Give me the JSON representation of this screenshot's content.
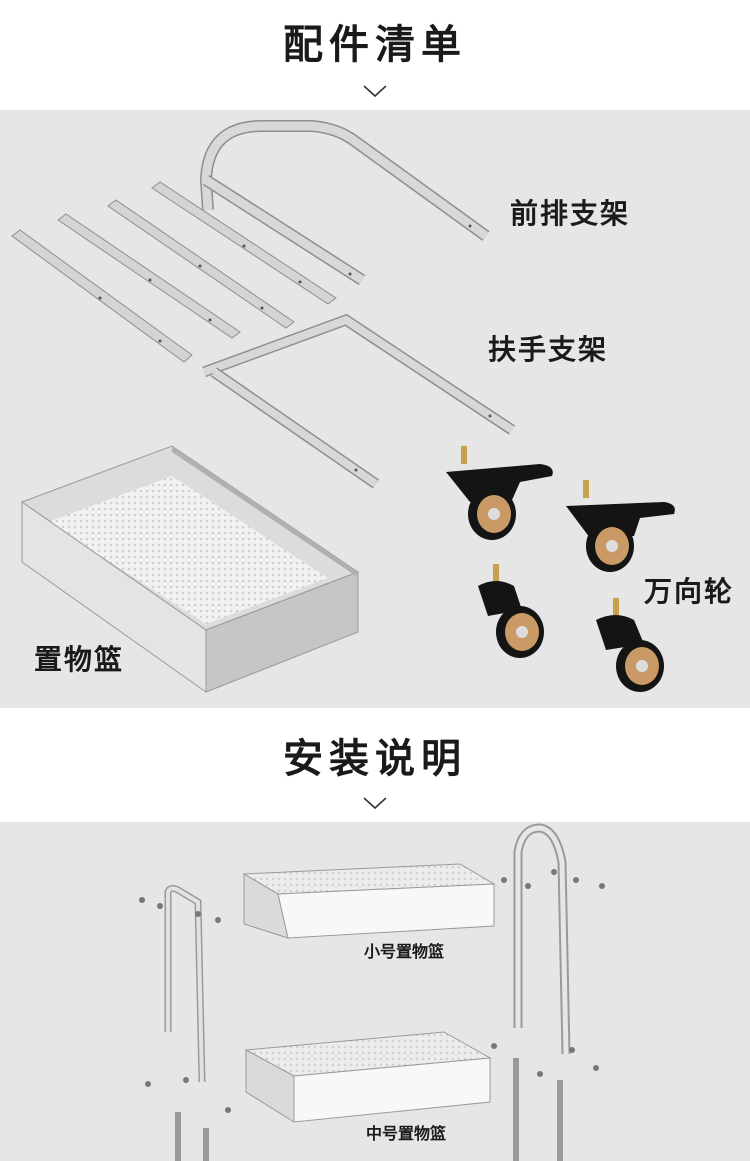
{
  "sections": {
    "accessories": {
      "title": "配件清单",
      "labels": {
        "front_frame": "前排支架",
        "handle_frame": "扶手支架",
        "casters": "万向轮",
        "basket": "置物篮"
      }
    },
    "install": {
      "title": "安装说明",
      "labels": {
        "small_basket": "小号置物篮",
        "medium_basket": "中号置物篮"
      }
    }
  },
  "icons": {
    "section_divider": "chevron-down-icon"
  },
  "colors": {
    "panel_bg": "#e6e6e6",
    "metal": "#c9c9c9",
    "metal_dark": "#8e8e8e",
    "caster_black": "#141414",
    "title_text": "#1a1a1a"
  }
}
